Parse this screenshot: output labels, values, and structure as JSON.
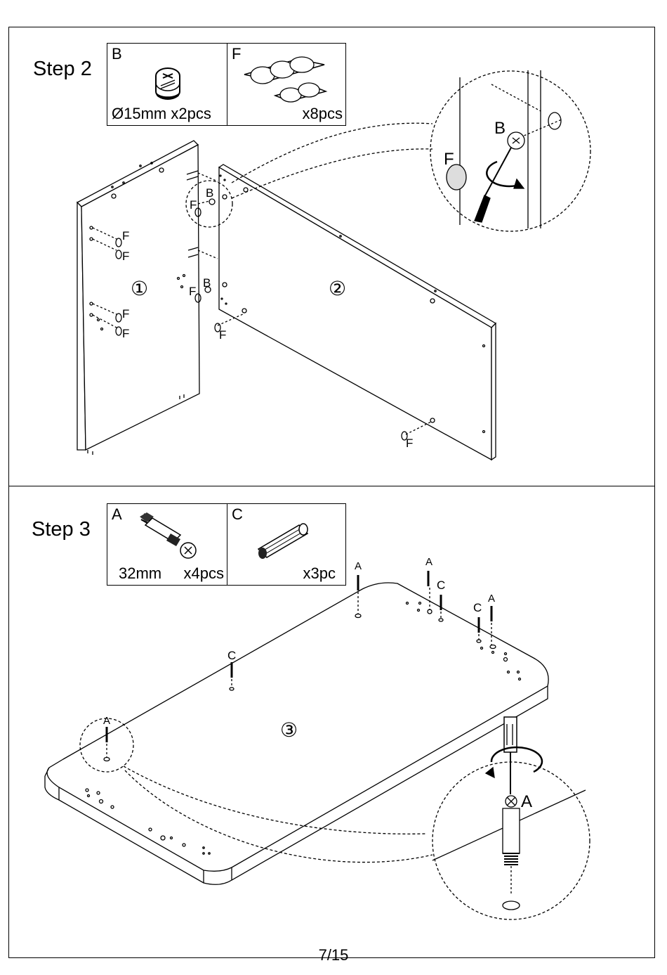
{
  "step2": {
    "title": "Step 2",
    "part_b": {
      "letter": "B",
      "diameter_symbol": "Ø",
      "spec": "15mm x2pcs",
      "icon": "cam-lock-icon"
    },
    "part_f": {
      "letter": "F",
      "spec": "x8pcs",
      "icon": "cover-caps-icon"
    },
    "panel_1": "①",
    "panel_2": "②",
    "callout_b": "B",
    "callout_f": "F",
    "label_b": "B",
    "label_f": "F"
  },
  "step3": {
    "title": "Step 3",
    "part_a": {
      "letter": "A",
      "size": "32mm",
      "qty": "x4pcs",
      "icon": "cam-bolt-icon"
    },
    "part_c": {
      "letter": "C",
      "qty": "x3pc",
      "icon": "wooden-dowel-icon"
    },
    "panel_3": "③",
    "label_a": "A",
    "label_c": "C",
    "callout_a": "A"
  },
  "footer": {
    "page": "7/15"
  }
}
